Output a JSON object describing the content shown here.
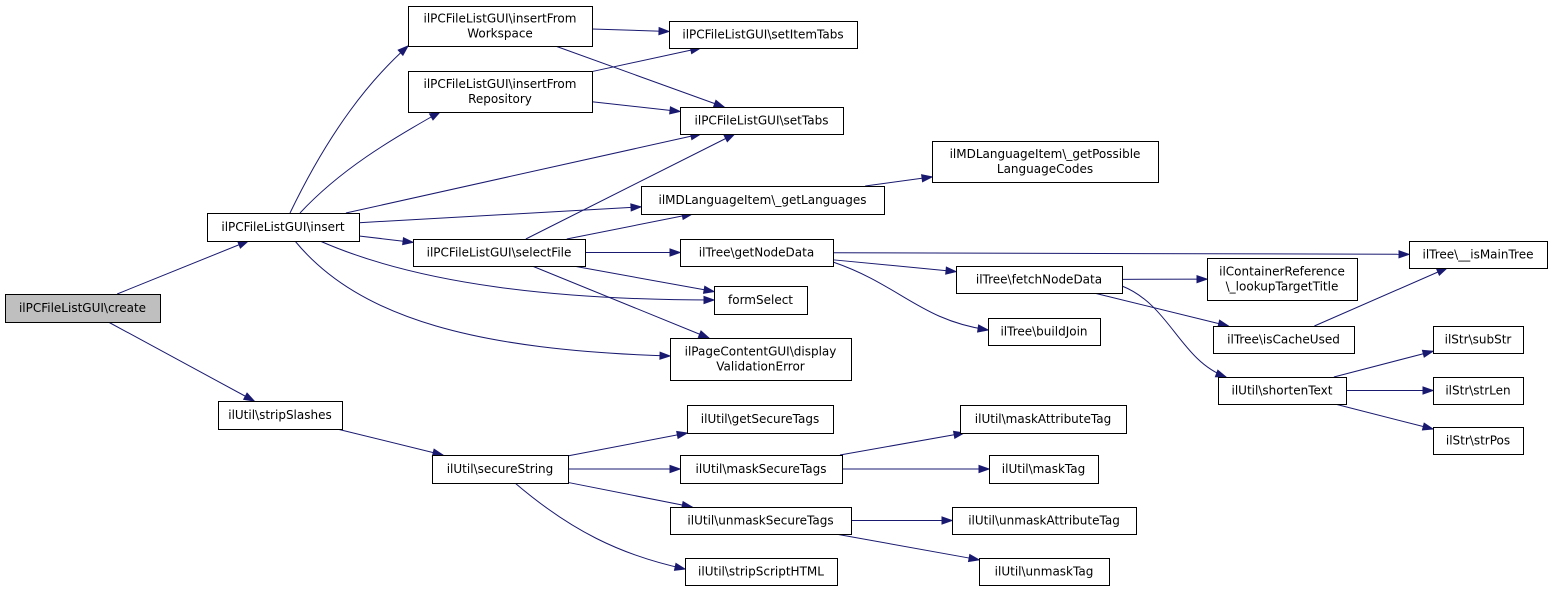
{
  "nodes": {
    "create": {
      "lines": [
        "ilPCFileListGUI\\create"
      ],
      "highlighted": true
    },
    "insert": {
      "lines": [
        "ilPCFileListGUI\\insert"
      ]
    },
    "stripSlashes": {
      "lines": [
        "ilUtil\\stripSlashes"
      ]
    },
    "insertFromWorkspace": {
      "lines": [
        "ilPCFileListGUI\\insertFrom",
        "Workspace"
      ]
    },
    "insertFromRepository": {
      "lines": [
        "ilPCFileListGUI\\insertFrom",
        "Repository"
      ]
    },
    "setItemTabs": {
      "lines": [
        "ilPCFileListGUI\\setItemTabs"
      ]
    },
    "setTabs": {
      "lines": [
        "ilPCFileListGUI\\setTabs"
      ]
    },
    "getLanguages": {
      "lines": [
        "ilMDLanguageItem\\_getLanguages"
      ]
    },
    "getPossibleLanguageCodes": {
      "lines": [
        "ilMDLanguageItem\\_getPossible",
        "LanguageCodes"
      ]
    },
    "selectFile": {
      "lines": [
        "ilPCFileListGUI\\selectFile"
      ]
    },
    "getNodeData": {
      "lines": [
        "ilTree\\getNodeData"
      ]
    },
    "isMainTree": {
      "lines": [
        "ilTree\\__isMainTree"
      ]
    },
    "formSelect": {
      "lines": [
        "formSelect"
      ]
    },
    "displayValidationError": {
      "lines": [
        "ilPageContentGUI\\display",
        "ValidationError"
      ]
    },
    "fetchNodeData": {
      "lines": [
        "ilTree\\fetchNodeData"
      ]
    },
    "lookupTargetTitle": {
      "lines": [
        "ilContainerReference",
        "\\_lookupTargetTitle"
      ]
    },
    "buildJoin": {
      "lines": [
        "ilTree\\buildJoin"
      ]
    },
    "isCacheUsed": {
      "lines": [
        "ilTree\\isCacheUsed"
      ]
    },
    "shortenText": {
      "lines": [
        "ilUtil\\shortenText"
      ]
    },
    "subStr": {
      "lines": [
        "ilStr\\subStr"
      ]
    },
    "strLen": {
      "lines": [
        "ilStr\\strLen"
      ]
    },
    "strPos": {
      "lines": [
        "ilStr\\strPos"
      ]
    },
    "secureString": {
      "lines": [
        "ilUtil\\secureString"
      ]
    },
    "getSecureTags": {
      "lines": [
        "ilUtil\\getSecureTags"
      ]
    },
    "maskSecureTags": {
      "lines": [
        "ilUtil\\maskSecureTags"
      ]
    },
    "unmaskSecureTags": {
      "lines": [
        "ilUtil\\unmaskSecureTags"
      ]
    },
    "stripScriptHTML": {
      "lines": [
        "ilUtil\\stripScriptHTML"
      ]
    },
    "maskAttributeTag": {
      "lines": [
        "ilUtil\\maskAttributeTag"
      ]
    },
    "maskTag": {
      "lines": [
        "ilUtil\\maskTag"
      ]
    },
    "unmaskAttributeTag": {
      "lines": [
        "ilUtil\\unmaskAttributeTag"
      ]
    },
    "unmaskTag": {
      "lines": [
        "ilUtil\\unmaskTag"
      ]
    }
  },
  "edges": [
    [
      "create",
      "insert"
    ],
    [
      "create",
      "stripSlashes"
    ],
    [
      "insert",
      "insertFromWorkspace"
    ],
    [
      "insert",
      "insertFromRepository"
    ],
    [
      "insert",
      "setTabs"
    ],
    [
      "insert",
      "getLanguages"
    ],
    [
      "insert",
      "selectFile"
    ],
    [
      "insert",
      "formSelect"
    ],
    [
      "insert",
      "displayValidationError"
    ],
    [
      "insertFromWorkspace",
      "setItemTabs"
    ],
    [
      "insertFromWorkspace",
      "setTabs"
    ],
    [
      "insertFromRepository",
      "setItemTabs"
    ],
    [
      "insertFromRepository",
      "setTabs"
    ],
    [
      "getLanguages",
      "getPossibleLanguageCodes"
    ],
    [
      "selectFile",
      "setTabs"
    ],
    [
      "selectFile",
      "getLanguages"
    ],
    [
      "selectFile",
      "getNodeData"
    ],
    [
      "selectFile",
      "formSelect"
    ],
    [
      "selectFile",
      "displayValidationError"
    ],
    [
      "getNodeData",
      "isMainTree"
    ],
    [
      "getNodeData",
      "fetchNodeData"
    ],
    [
      "getNodeData",
      "buildJoin"
    ],
    [
      "fetchNodeData",
      "lookupTargetTitle"
    ],
    [
      "fetchNodeData",
      "isCacheUsed"
    ],
    [
      "fetchNodeData",
      "shortenText"
    ],
    [
      "isCacheUsed",
      "isMainTree"
    ],
    [
      "shortenText",
      "subStr"
    ],
    [
      "shortenText",
      "strLen"
    ],
    [
      "shortenText",
      "strPos"
    ],
    [
      "stripSlashes",
      "secureString"
    ],
    [
      "secureString",
      "getSecureTags"
    ],
    [
      "secureString",
      "maskSecureTags"
    ],
    [
      "secureString",
      "unmaskSecureTags"
    ],
    [
      "secureString",
      "stripScriptHTML"
    ],
    [
      "maskSecureTags",
      "maskAttributeTag"
    ],
    [
      "maskSecureTags",
      "maskTag"
    ],
    [
      "unmaskSecureTags",
      "unmaskAttributeTag"
    ],
    [
      "unmaskSecureTags",
      "unmaskTag"
    ]
  ],
  "colors": {
    "edge": "#191970",
    "node_fill": "#ffffff",
    "node_highlight_fill": "#bfbfbf",
    "node_border": "#000000"
  }
}
